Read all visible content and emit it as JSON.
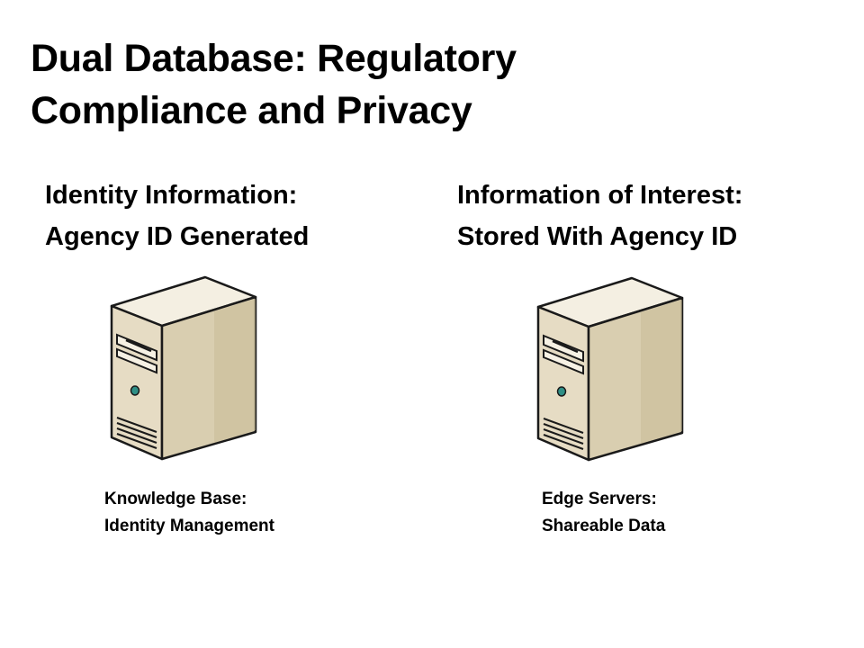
{
  "title": {
    "line1": "Dual Database: Regulatory",
    "line2": "Compliance and Privacy"
  },
  "left": {
    "heading_line1": "Identity Information:",
    "heading_line2": "Agency ID Generated",
    "caption_line1": "Knowledge Base:",
    "caption_line2": "Identity Management",
    "icon": "server-tower-icon"
  },
  "right": {
    "heading_line1": "Information of Interest:",
    "heading_line2": "Stored With Agency ID",
    "caption_line1": "Edge Servers:",
    "caption_line2": "Shareable Data",
    "icon": "server-tower-icon"
  },
  "colors": {
    "server_front": "#e6dcc4",
    "server_top": "#f4efe2",
    "server_side": "#c9bb98",
    "server_outline": "#1a1a1a",
    "led": "#2f8f86"
  }
}
